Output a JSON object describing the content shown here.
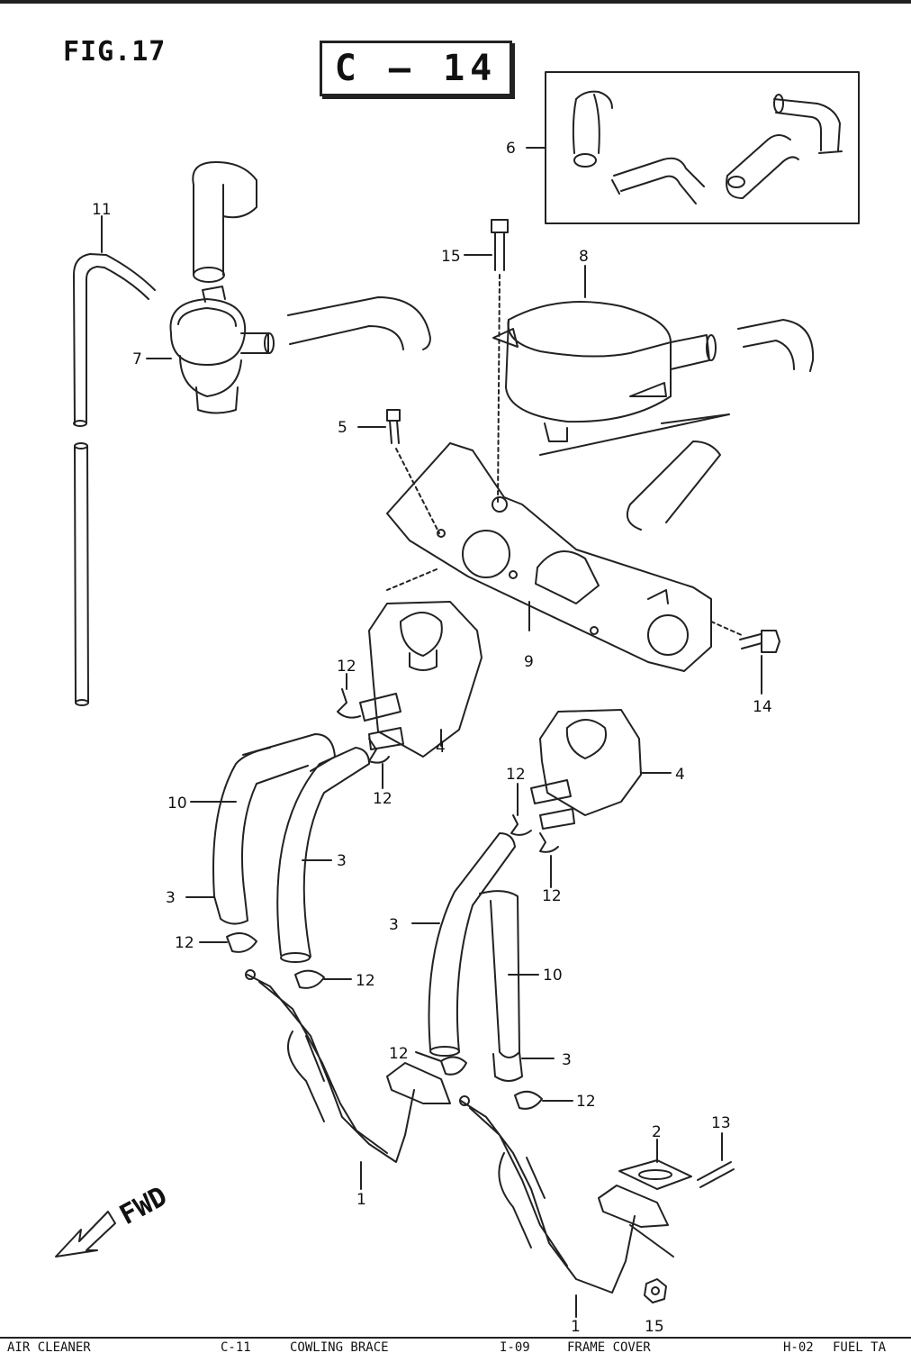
{
  "figure": {
    "title": "FIG.17",
    "reference": "C — 14"
  },
  "callouts": {
    "c1a": "1",
    "c1b": "1",
    "c2": "2",
    "c3a": "3",
    "c3b": "3",
    "c3c": "3",
    "c3d": "3",
    "c4a": "4",
    "c4b": "4",
    "c5": "5",
    "c6": "6",
    "c7": "7",
    "c8": "8",
    "c9": "9",
    "c10a": "10",
    "c10b": "10",
    "c11": "11",
    "c12a": "12",
    "c12b": "12",
    "c12c": "12",
    "c12d": "12",
    "c12e": "12",
    "c12f": "12",
    "c12g": "12",
    "c12h": "12",
    "c13": "13",
    "c14": "14",
    "c15a": "15",
    "c15b": "15"
  },
  "direction_label": "FWD",
  "footer": {
    "item1": "AIR CLEANER",
    "ref1": "C-11",
    "item2": "COWLING BRACE",
    "ref2": "I-09",
    "item3": "FRAME COVER",
    "ref3": "H-02",
    "item4": "FUEL TA"
  }
}
